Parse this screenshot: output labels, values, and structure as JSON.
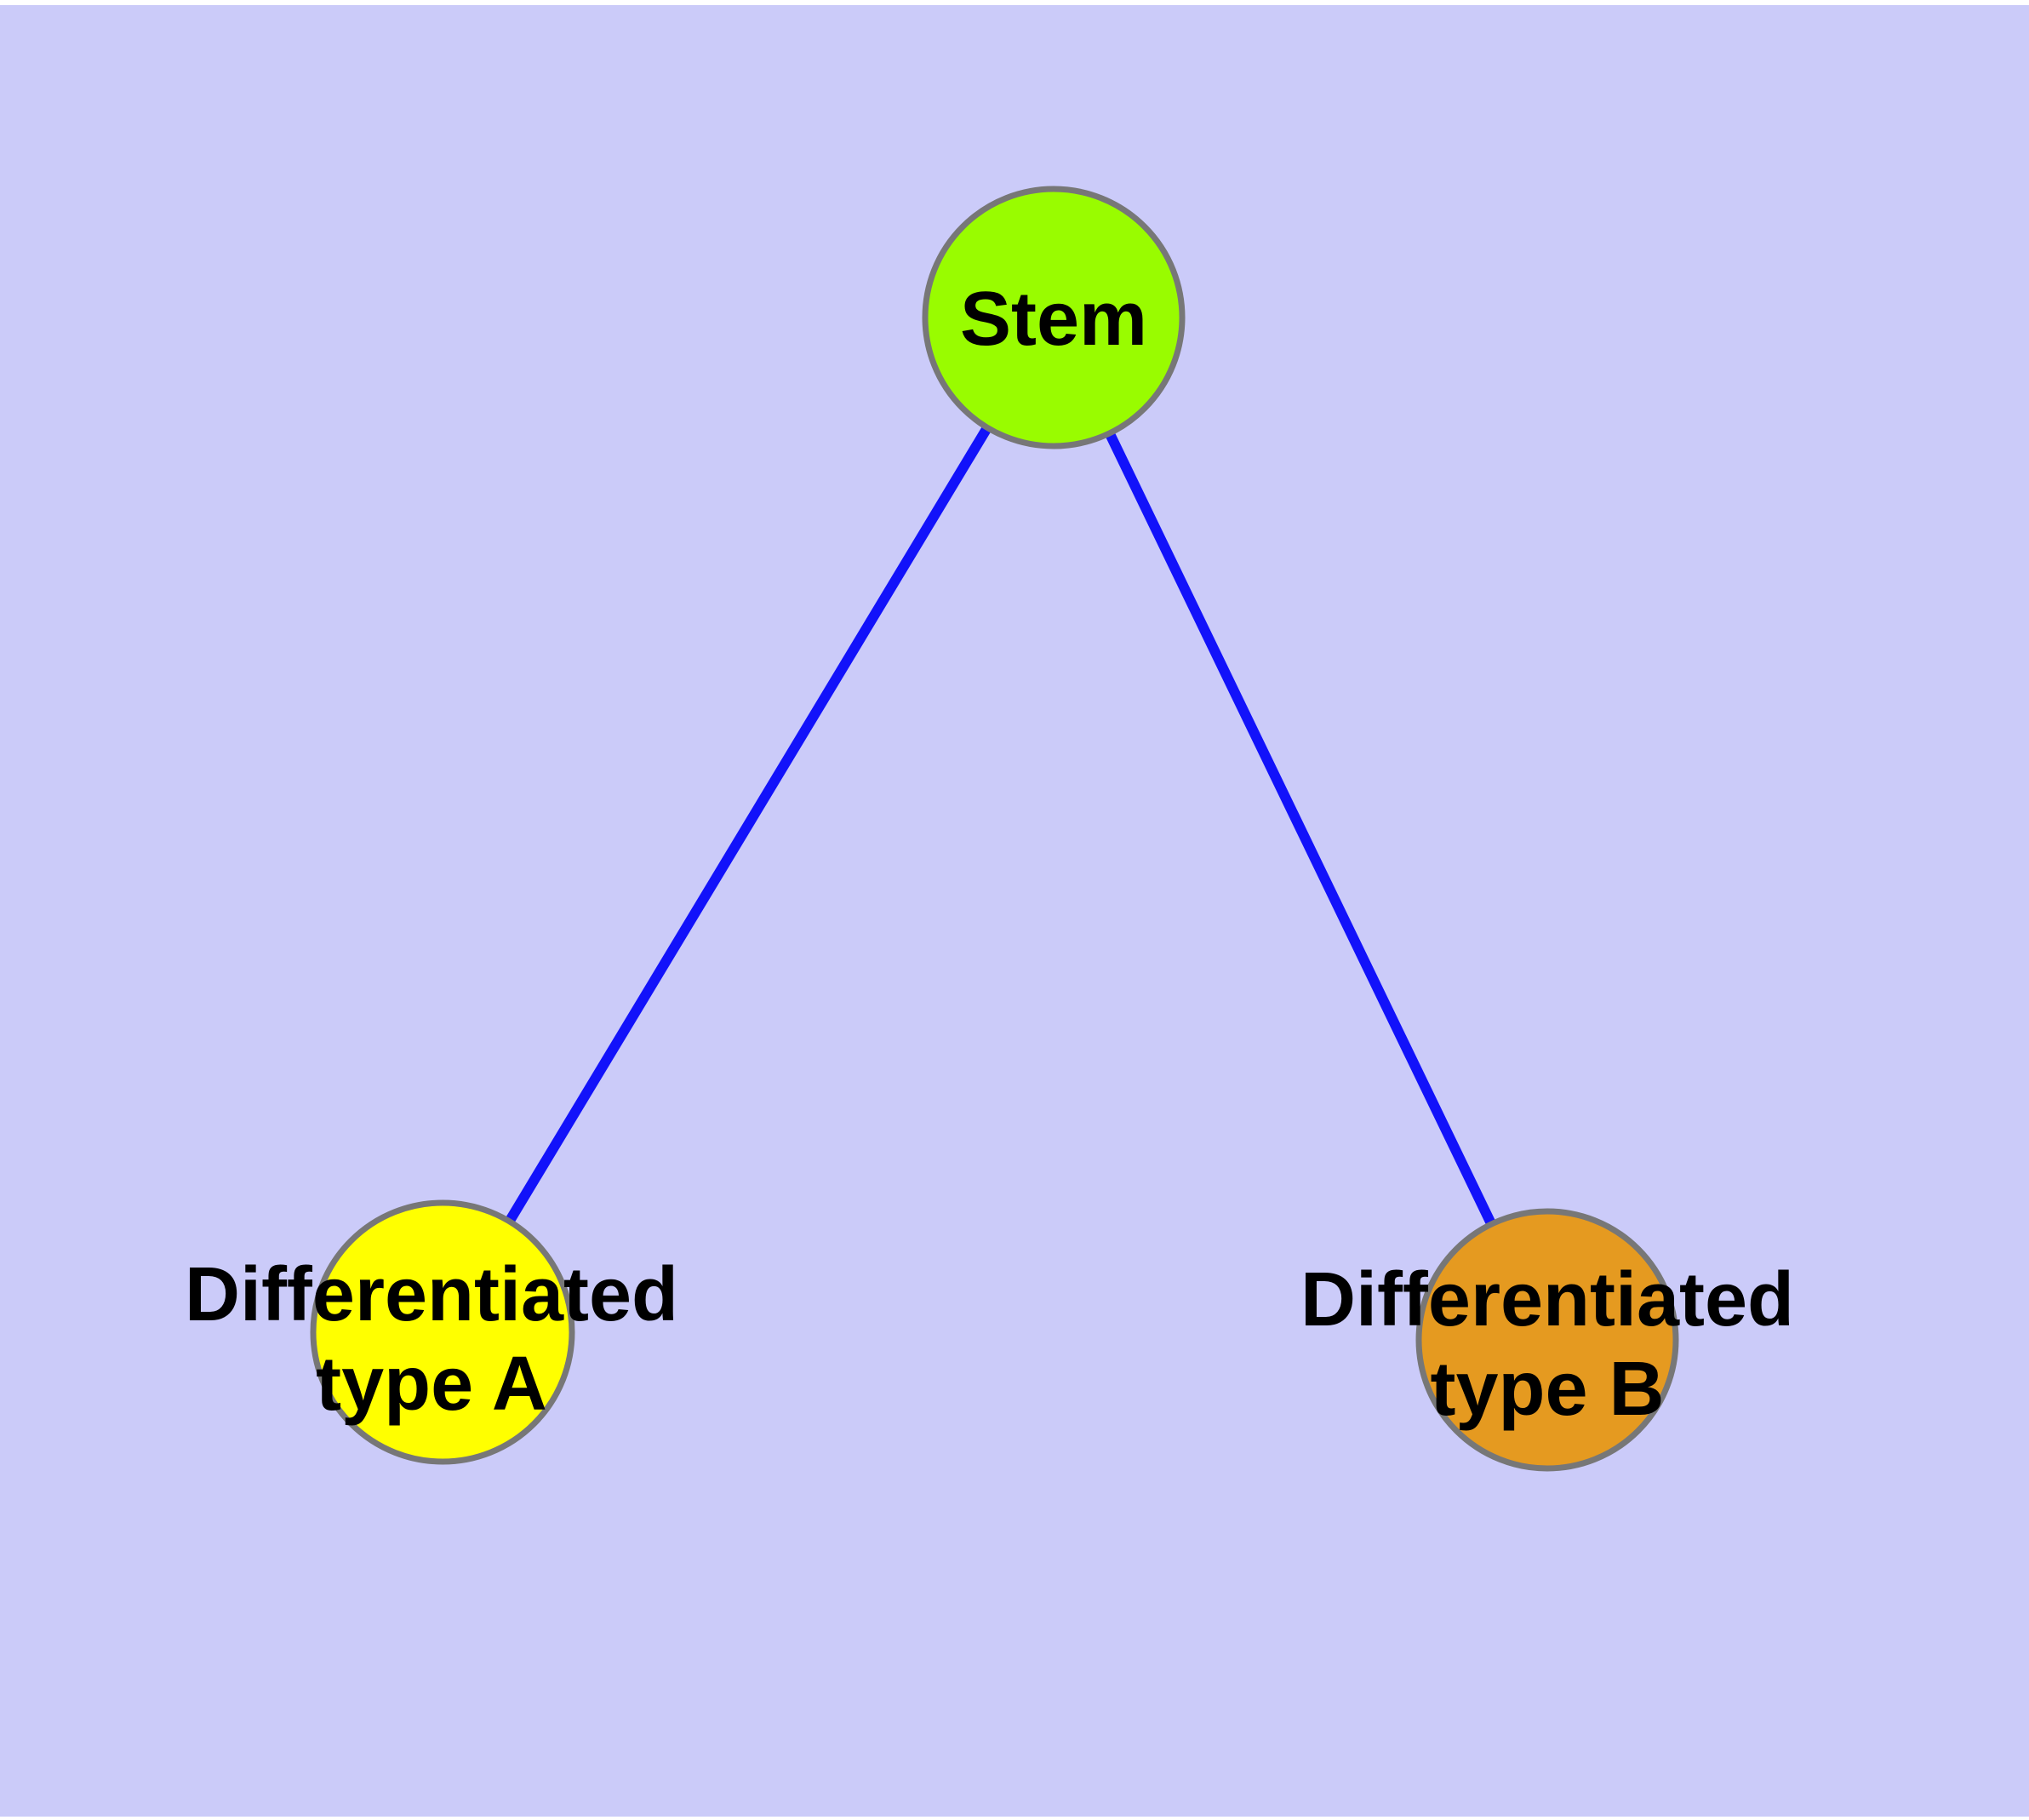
{
  "diagram": {
    "type": "node-link-graph",
    "background_color": "#CBCBF9",
    "margin_color": "#FFFFFF",
    "edge_color": "#1212FA",
    "node_border_color": "#777777",
    "label_color": "#000000",
    "nodes": [
      {
        "id": "stem",
        "label": "Stem",
        "line1": "Stem",
        "line2": "",
        "fill": "#99FC00"
      },
      {
        "id": "differentiated-type-a",
        "label": "Differentiated type A",
        "line1": "Differentiated",
        "line2": "type A",
        "fill": "#FFFF00"
      },
      {
        "id": "differentiated-type-b",
        "label": "Differentiated type B",
        "line1": "Differentiated",
        "line2": "type B",
        "fill": "#E59A20"
      }
    ],
    "edges": [
      {
        "from": "stem",
        "to": "differentiated-type-a"
      },
      {
        "from": "stem",
        "to": "differentiated-type-b"
      }
    ]
  }
}
